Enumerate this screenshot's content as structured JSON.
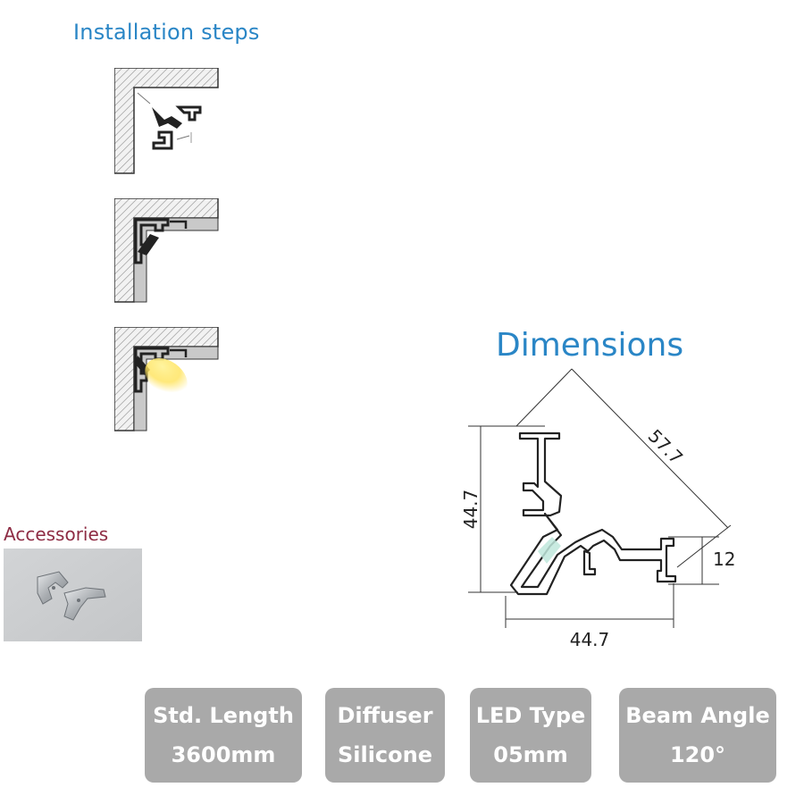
{
  "installation": {
    "title": "Installation steps"
  },
  "accessories": {
    "title": "Accessories"
  },
  "dimensions": {
    "title": "Dimensions",
    "diagonal": "57.7",
    "height": "44.7",
    "width": "44.7",
    "flange": "12"
  },
  "specs": [
    {
      "label": "Std. Length",
      "value": "3600mm"
    },
    {
      "label": "Diffuser",
      "value": "Silicone"
    },
    {
      "label": "LED Type",
      "value": "05mm"
    },
    {
      "label": "Beam Angle",
      "value": "120°"
    }
  ]
}
